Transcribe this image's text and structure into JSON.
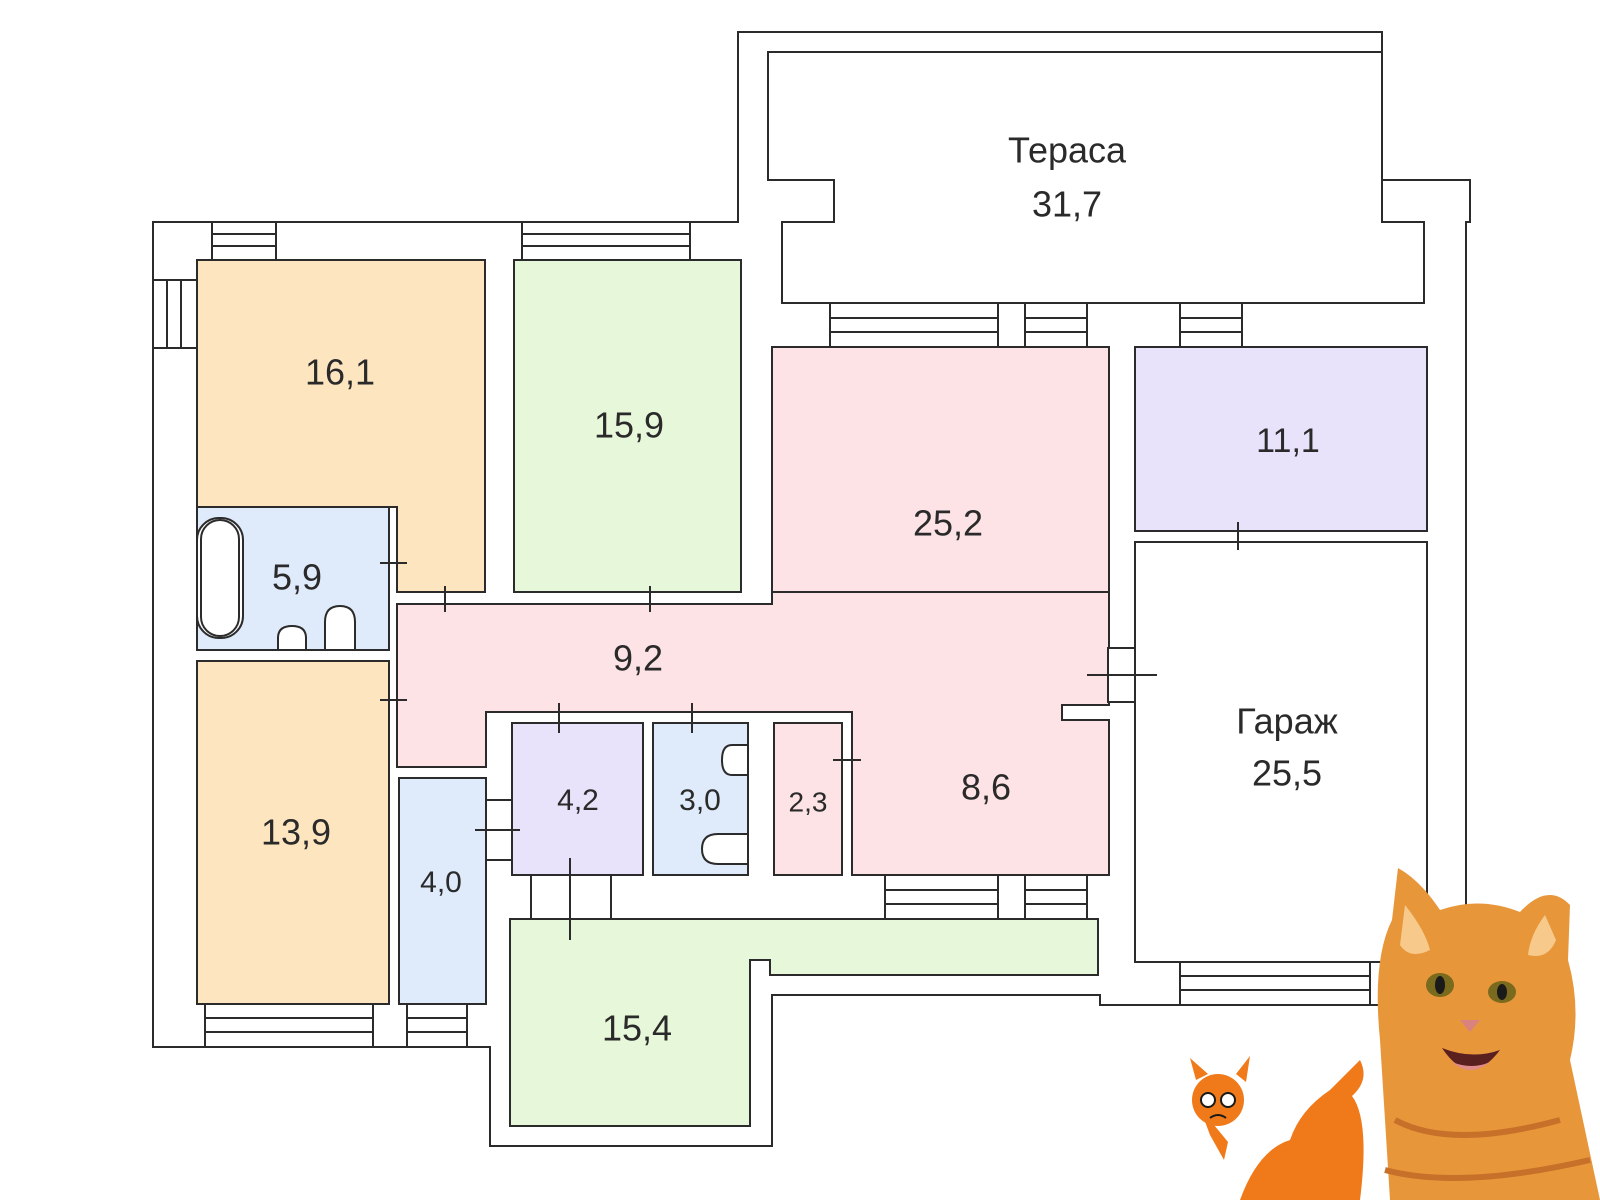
{
  "plan": {
    "rooms": [
      {
        "id": "terrace",
        "label": "Тераса",
        "area": "31,7",
        "color": "#ffffff"
      },
      {
        "id": "room-16-1",
        "label": "",
        "area": "16,1",
        "color": "#fde5bf"
      },
      {
        "id": "room-15-9",
        "label": "",
        "area": "15,9",
        "color": "#e7f7d9"
      },
      {
        "id": "room-25-2",
        "label": "",
        "area": "25,2",
        "color": "#fde3e6"
      },
      {
        "id": "room-11-1",
        "label": "",
        "area": "11,1",
        "color": "#e8e3fb"
      },
      {
        "id": "bath-5-9",
        "label": "",
        "area": "5,9",
        "color": "#dfeafb"
      },
      {
        "id": "hall-9-2",
        "label": "",
        "area": "9,2",
        "color": "#fde3e6"
      },
      {
        "id": "garage",
        "label": "Гараж",
        "area": "25,5",
        "color": "#ffffff"
      },
      {
        "id": "room-13-9",
        "label": "",
        "area": "13,9",
        "color": "#fde5bf"
      },
      {
        "id": "room-4-0",
        "label": "",
        "area": "4,0",
        "color": "#dfeafb"
      },
      {
        "id": "room-4-2",
        "label": "",
        "area": "4,2",
        "color": "#e8e3fb"
      },
      {
        "id": "wc-3-0",
        "label": "",
        "area": "3,0",
        "color": "#dfeafb"
      },
      {
        "id": "room-2-3",
        "label": "",
        "area": "2,3",
        "color": "#fde3e6"
      },
      {
        "id": "hall-8-6",
        "label": "",
        "area": "8,6",
        "color": "#fde3e6"
      },
      {
        "id": "room-15-4",
        "label": "",
        "area": "15,4",
        "color": "#e7f7d9"
      }
    ],
    "decor": {
      "cat_photo": "orange-tabby-cat-photo",
      "cat_sticker": "scared-orange-cat-icon"
    }
  }
}
